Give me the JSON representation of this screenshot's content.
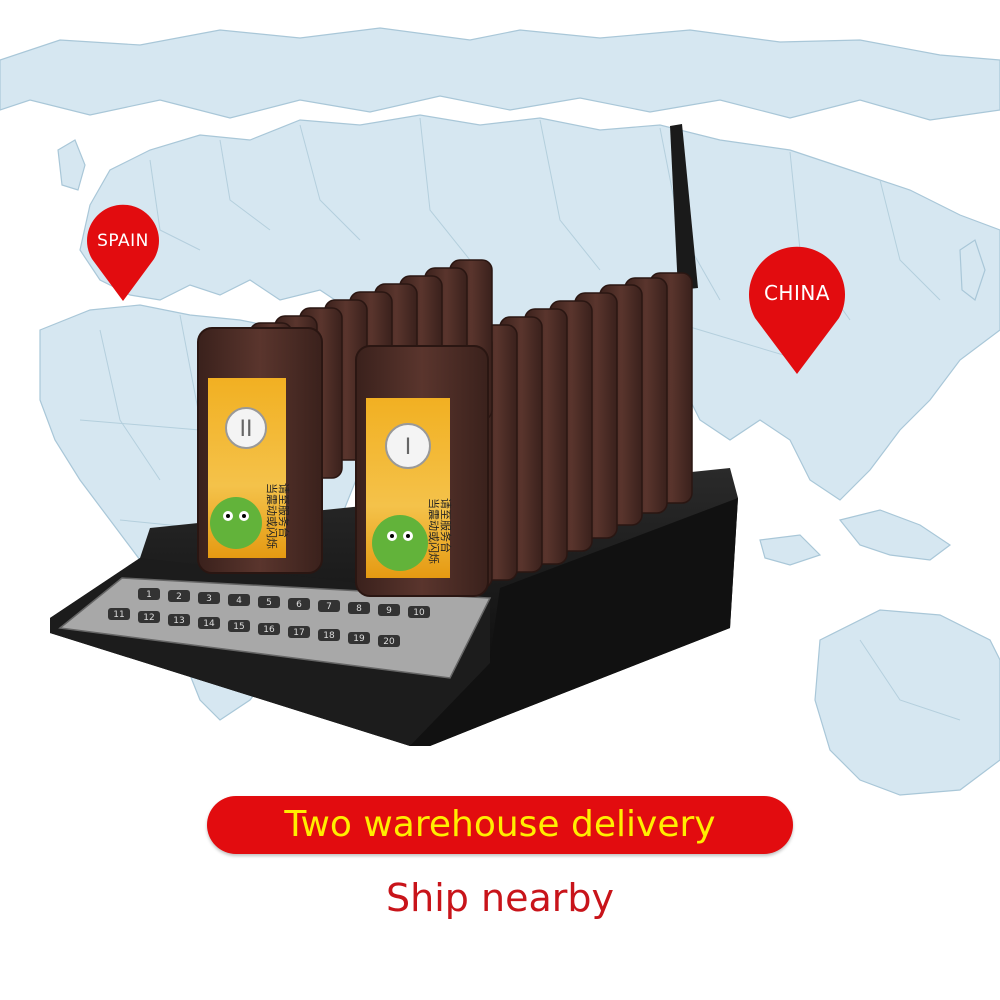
{
  "pins": {
    "spain": "SPAIN",
    "china": "CHINA"
  },
  "banner": {
    "text": "Two warehouse delivery"
  },
  "subtitle": "Ship nearby",
  "device": {
    "front_pager_numbers": [
      "II",
      "I"
    ],
    "pager_label_lines": [
      "请至服务台",
      "当震动或闪烁"
    ],
    "keypad_row1": [
      "1",
      "2",
      "3",
      "4",
      "5",
      "6",
      "7",
      "8",
      "9",
      "10"
    ],
    "keypad_row2": [
      "11",
      "12",
      "13",
      "14",
      "15",
      "16",
      "17",
      "18",
      "19",
      "20"
    ]
  },
  "colors": {
    "map_land": "#d6e7f1",
    "map_border": "#a9c7d8",
    "pin_red": "#e20c0f",
    "banner_red": "#e20c0f",
    "banner_text": "#ffee00",
    "subtitle_text": "#c8141a",
    "pager_brown": "#4a2a24",
    "base_black": "#141414"
  }
}
